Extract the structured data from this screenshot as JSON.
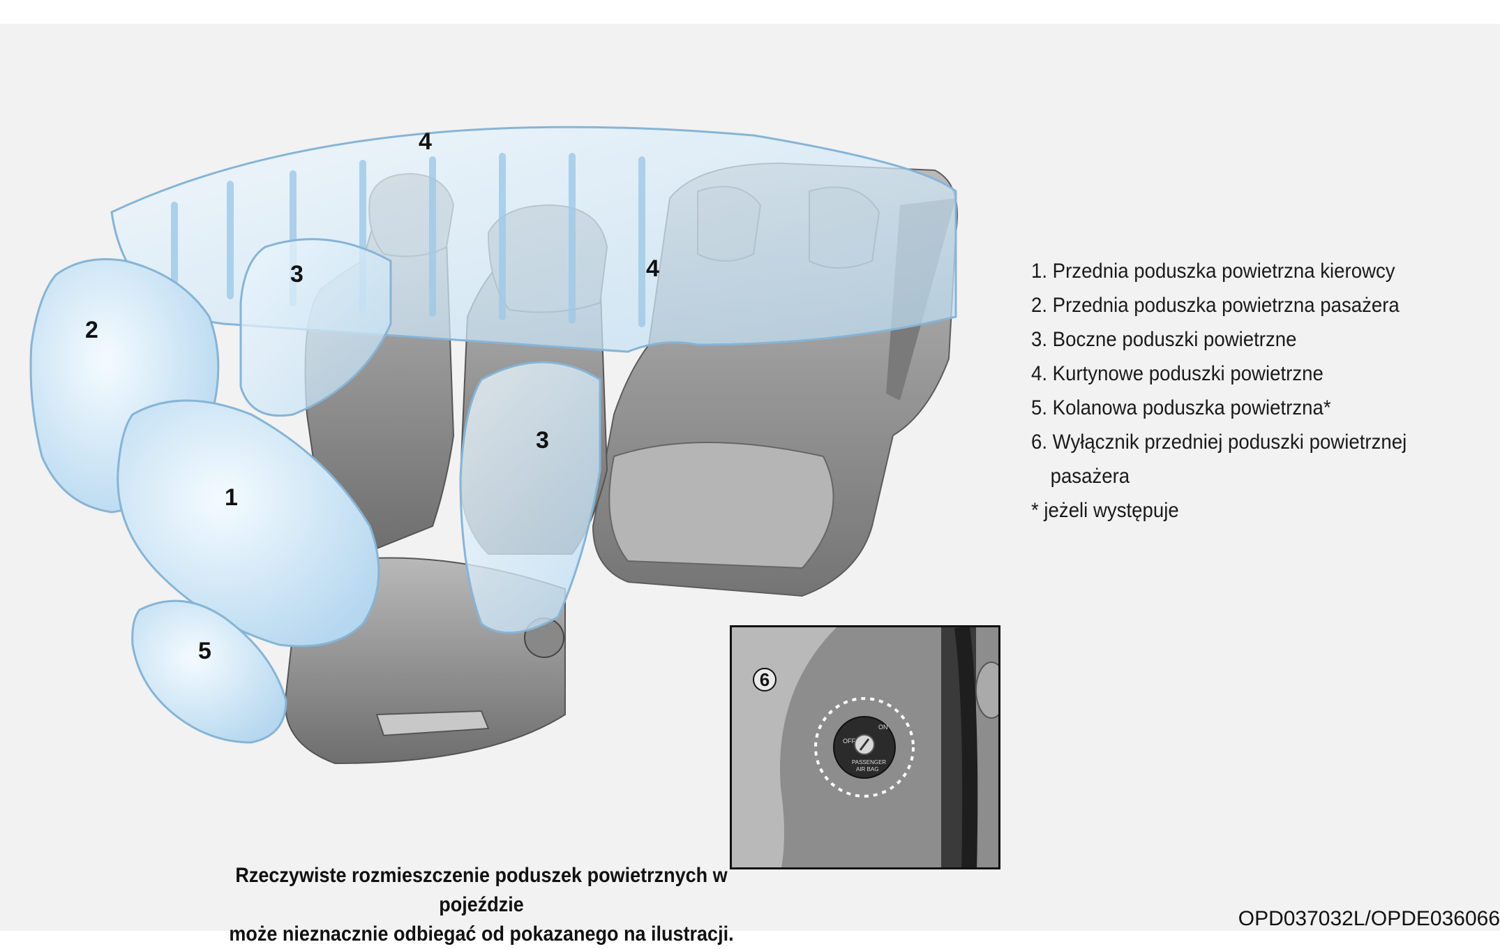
{
  "callouts": {
    "driver_front": "1",
    "passenger_front": "2",
    "side_left": "3",
    "side_right": "3",
    "curtain_top": "4",
    "curtain_rear": "4",
    "knee": "5",
    "switch": "6"
  },
  "legend": [
    "1. Przednia poduszka powietrzna kierowcy",
    "2. Przednia poduszka powietrzna pasażera",
    "3. Boczne poduszki powietrzne",
    "4. Kurtynowe poduszki powietrzne",
    "5. Kolanowa poduszka powietrzna*",
    "6. Wyłącznik przedniej poduszki powietrznej",
    "pasażera",
    "*  jeżeli występuje"
  ],
  "caption": {
    "line1": "Rzeczywiste rozmieszczenie poduszek powietrznych w pojeździe",
    "line2": "może nieznacznie odbiegać od pokazanego na ilustracji."
  },
  "image_code": "OPD037032L/OPDE036066",
  "switch_labels": {
    "off": "OFF",
    "on": "ON",
    "caption_1": "PASSENGER",
    "caption_2": "AIR BAG"
  },
  "colors": {
    "airbag_fill": "#cfe7f7",
    "airbag_edge": "#8fb9d8",
    "seat_gray": "#8e8e8e",
    "background": "#f2f2f2"
  }
}
